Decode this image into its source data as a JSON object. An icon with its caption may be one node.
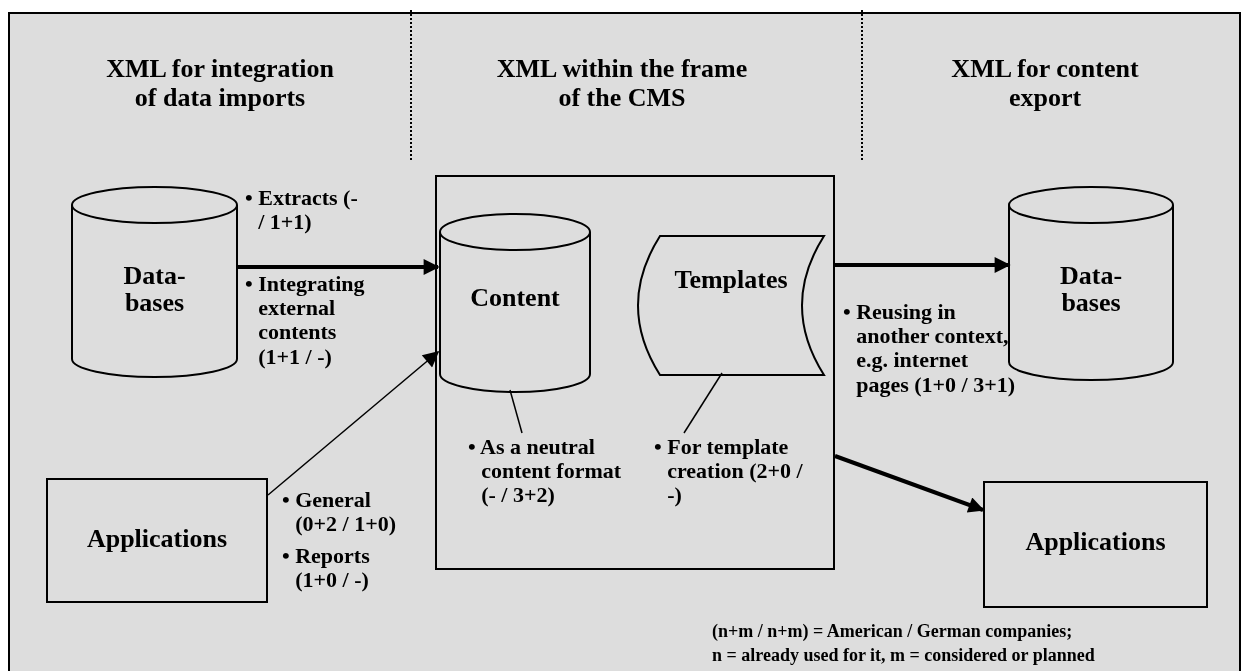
{
  "diagram": {
    "nodes": [
      {
        "text": [
          "Data- bases"
        ]
      },
      {
        "text": [],
        "shape": "box"
      },
      {
        "text": [
          "Content"
        ],
        "in": 1
      },
      {
        "text": [
          "Templates"
        ],
        "in": 1
      },
      {
        "text": [
          "Data- bases"
        ]
      },
      {
        "text": [
          "Applications"
        ]
      },
      {
        "text": [
          "Applications"
        ]
      },
      {
        "text": [
          "• As a neutral content format (- / 3+2)"
        ],
        "in": 1
      },
      {
        "text": [
          "• For template creation (2+0 / -)"
        ],
        "in": 1
      }
    ],
    "edges": [
      {
        "from": 0,
        "to": 2,
        "arrow": "to",
        "style": "thick"
      },
      {
        "from": 5,
        "to": 2,
        "arrow": "to"
      },
      {
        "from": 1,
        "to": 4,
        "arrow": "to",
        "style": "thick"
      },
      {
        "from": 1,
        "to": 6,
        "arrow": "to",
        "style": "thick"
      },
      {
        "from": 7,
        "to": 2,
        "arrow": "none"
      },
      {
        "from": 8,
        "to": 3,
        "arrow": "none"
      }
    ],
    "labels": [
      "XML for integration of data imports",
      "XML within the frame of the CMS",
      "XML for content export",
      "• Extracts (- / 1+1)",
      "• Integrating external contents (1+1 / -)",
      "• Reusing in another context, e.g. internet pages (1+0 / 3+1)",
      "• General (0+2 / 1+0)",
      "• Reports (1+0 / -)",
      "(n+m / n+m) = American / German companies;",
      "n = already used for it, m = considered or planned"
    ]
  }
}
